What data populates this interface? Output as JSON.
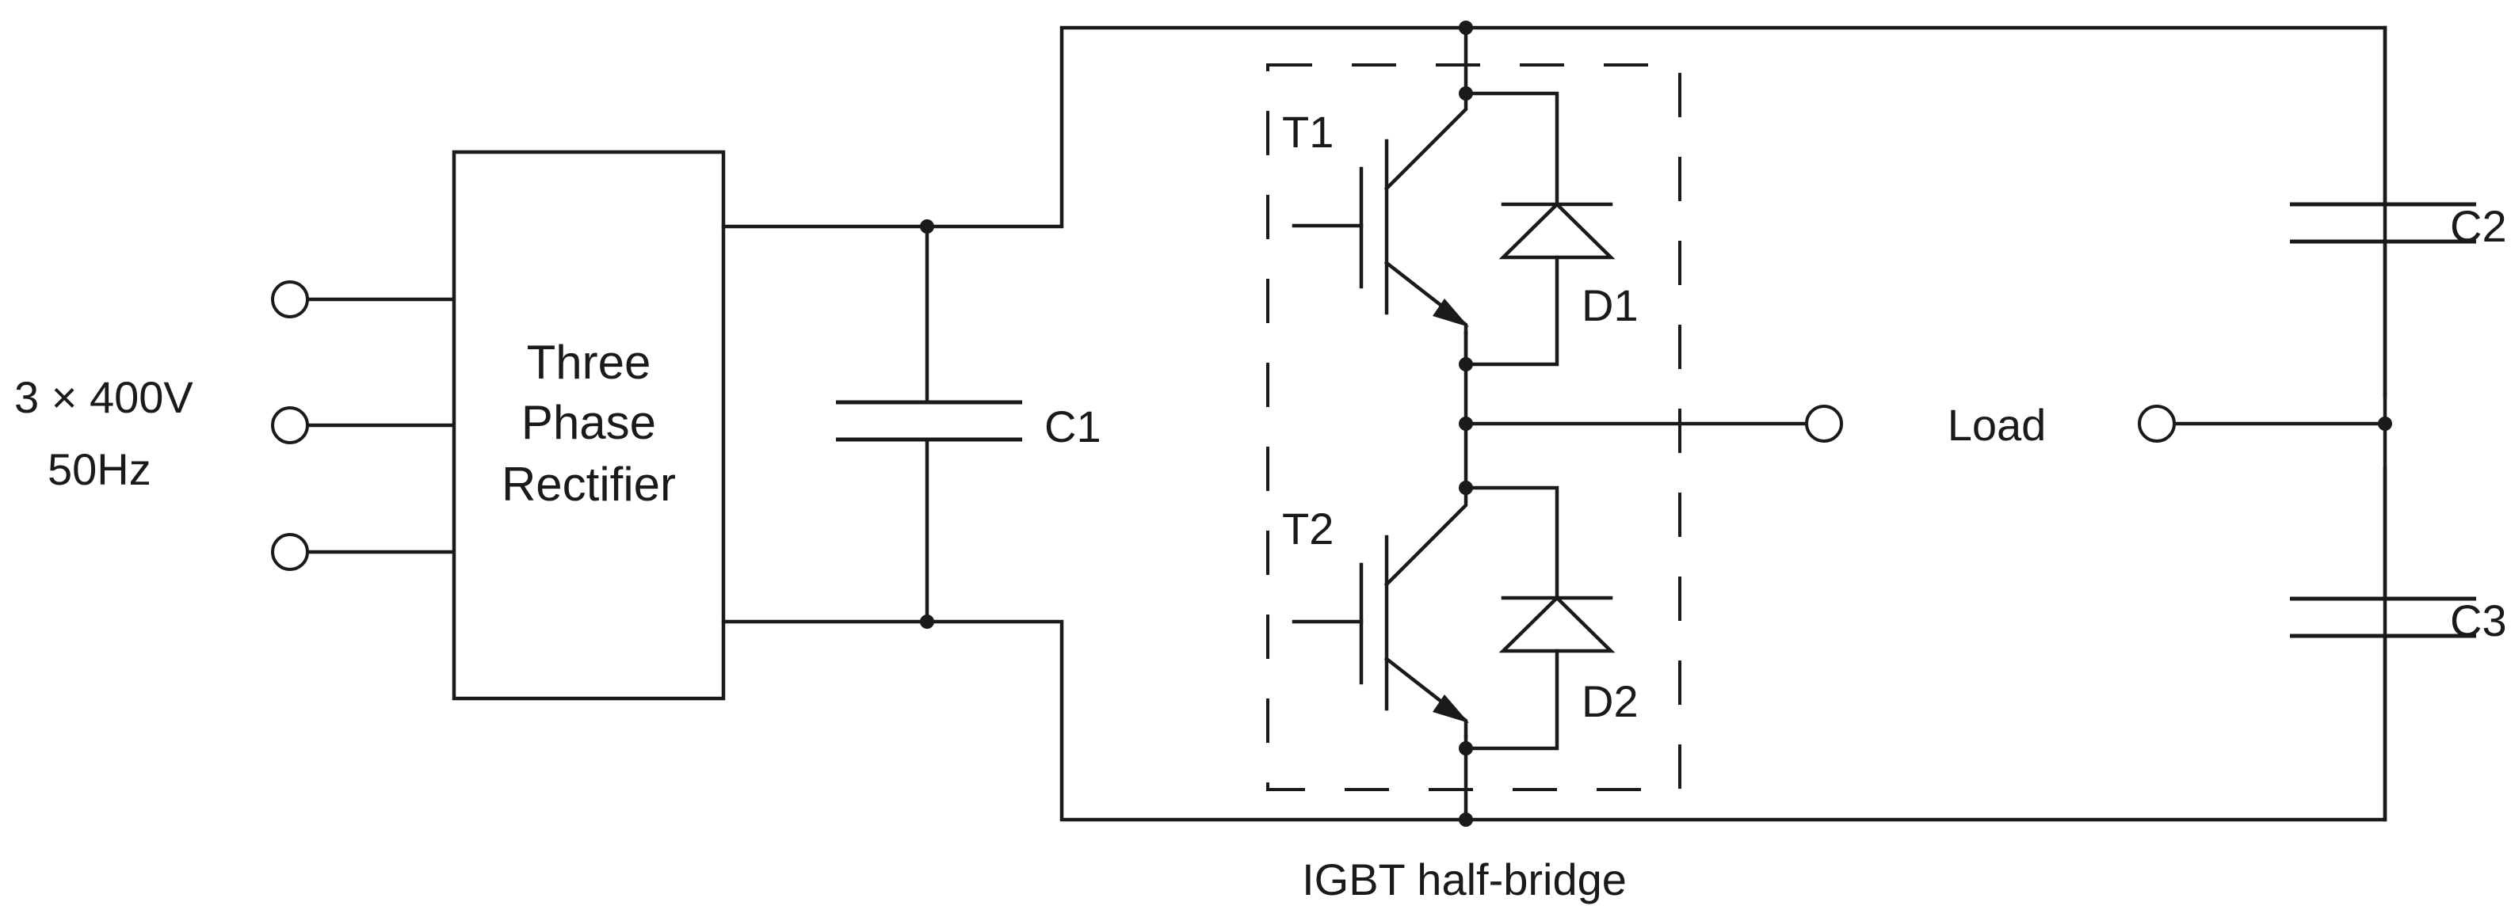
{
  "input_label": {
    "line1": "3 × 400V",
    "line2": "50Hz"
  },
  "rectifier_label": {
    "line1": "Three",
    "line2": "Phase",
    "line3": "Rectifier"
  },
  "components": {
    "c1": "C1",
    "c2": "C2",
    "c3": "C3",
    "t1": "T1",
    "t2": "T2",
    "d1": "D1",
    "d2": "D2"
  },
  "load_label": "Load",
  "bridge_caption": "IGBT half-bridge"
}
